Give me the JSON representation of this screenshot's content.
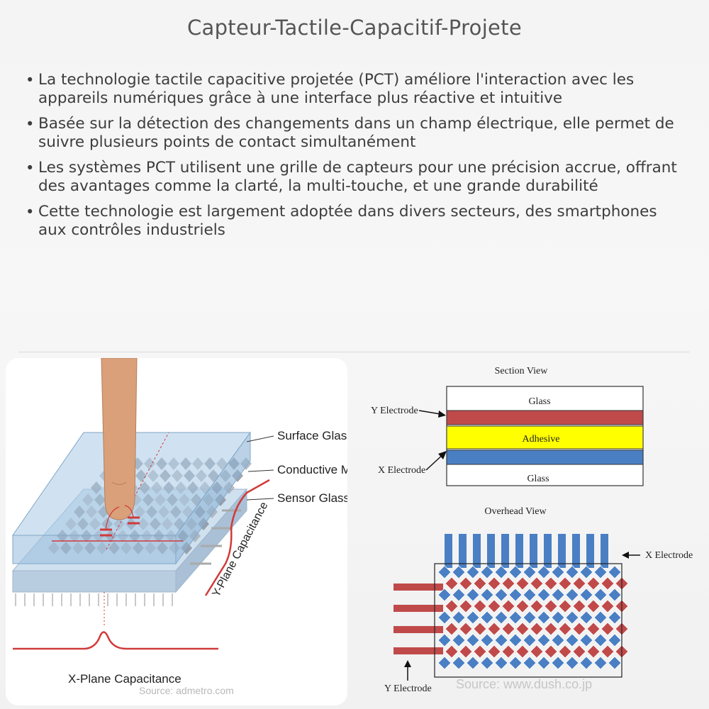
{
  "title": "Capteur-Tactile-Capacitif-Projete",
  "bullets": [
    "La technologie tactile capacitive projetée (PCT) améliore l'interaction avec les appareils numériques grâce à une interface plus réactive et intuitive",
    "Basée sur la détection des changements dans un champ électrique, elle permet de suivre plusieurs points de contact simultanément",
    "Les systèmes PCT utilisent une grille de capteurs pour une précision accrue, offrant des avantages comme la clarté, la multi-touche, et une grande durabilité",
    "Cette technologie est largement adoptée dans divers secteurs, des smartphones aux contrôles industriels"
  ],
  "left_diagram": {
    "surface_glass": "Surface Glass",
    "conductive_mesh": "Conductive Mesh",
    "sensor_glass": "Sensor Glass",
    "y_plane": "Y-Plane Capacitance",
    "x_plane": "X-Plane Capacitance",
    "source": "Source: admetro.com"
  },
  "right_diagram": {
    "section_view": "Section View",
    "glass_top": "Glass",
    "adhesive": "Adhesive",
    "glass_bottom": "Glass",
    "y_electrode": "Y Electrode",
    "x_electrode": "X Electrode",
    "overhead_view": "Overhead View",
    "x_electrode_overhead": "X Electrode",
    "y_electrode_overhead": "Y Electrode",
    "source": "Source: www.dush.co.jp"
  },
  "colors": {
    "red_layer": "#c04a4a",
    "yellow_layer": "#ffff00",
    "blue_layer": "#4a7fc4",
    "red_line": "#d13a3a"
  }
}
